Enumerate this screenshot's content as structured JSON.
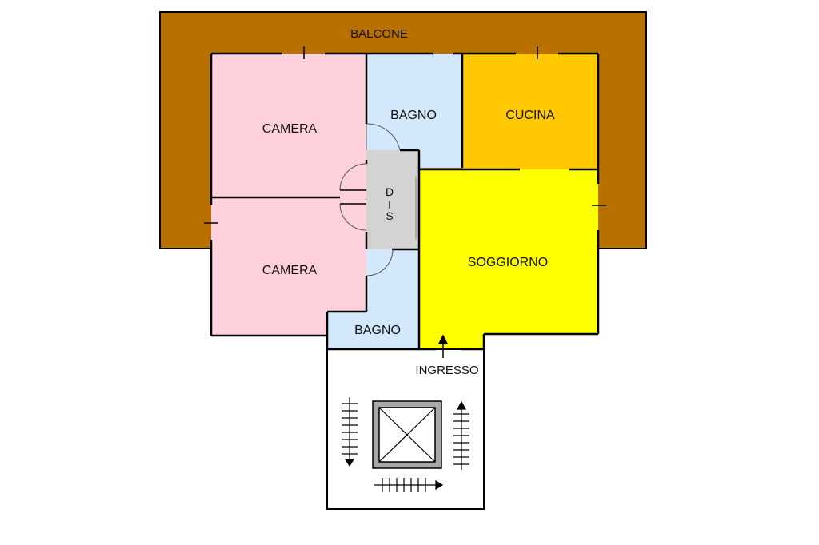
{
  "plan": {
    "balcony_label": "BALCONE",
    "entrance_label": "INGRESSO",
    "hall_letters": [
      "D",
      "I",
      "S"
    ],
    "rooms": {
      "bedroom_top": "CAMERA",
      "bedroom_bottom": "CAMERA",
      "bathroom_top": "BAGNO",
      "kitchen": "CUCINA",
      "living_room": "SOGGIORNO",
      "bathroom_bottom": "BAGNO"
    }
  },
  "colors": {
    "balcony": "#b87000",
    "bedroom": "#ffd1dc",
    "bathroom": "#d3e9fb",
    "kitchen": "#ffc800",
    "living_room": "#ffff00",
    "hallway": "#d3d3d3",
    "walls": "#000000"
  }
}
